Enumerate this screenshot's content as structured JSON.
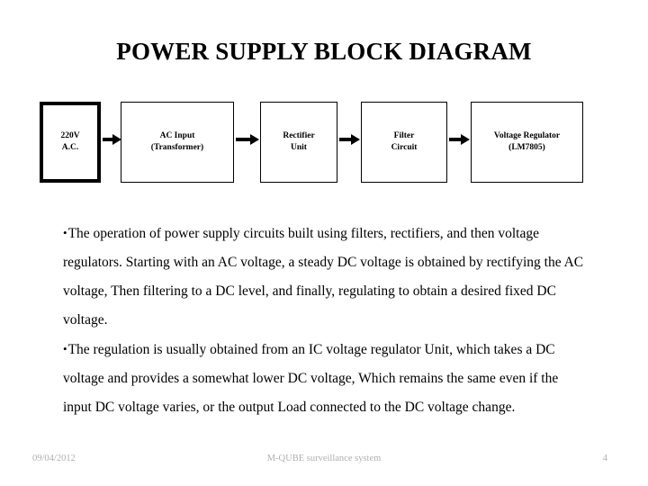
{
  "slide": {
    "title": "POWER SUPPLY BLOCK DIAGRAM"
  },
  "diagram": {
    "blocks": [
      {
        "id": "ac-source",
        "line1": "220V",
        "line2": "A.C.",
        "emphasis": "thick"
      },
      {
        "id": "ac-input",
        "line1": "AC Input",
        "line2": "(Transformer)",
        "emphasis": "thin"
      },
      {
        "id": "rectifier-unit",
        "line1": "Rectifier",
        "line2": "Unit",
        "emphasis": "thin"
      },
      {
        "id": "filter-circuit",
        "line1": "Filter",
        "line2": "Circuit",
        "emphasis": "thin"
      },
      {
        "id": "voltage-regulator",
        "line1": "Voltage Regulator",
        "line2": "(LM7805)",
        "emphasis": "thin"
      }
    ],
    "arrow_count": 4,
    "flow_direction": "left-to-right"
  },
  "content": {
    "bullet_glyph": "•",
    "paragraphs": [
      {
        "bulleted": true,
        "text": "The operation of power supply circuits built using filters, rectifiers, and then voltage regulators. Starting with an AC voltage, a steady DC voltage is obtained by rectifying the AC voltage, Then filtering to a DC level, and finally, regulating to obtain a desired fixed DC voltage."
      },
      {
        "bulleted": true,
        "text": "The regulation is usually obtained from an IC voltage regulator Unit, which takes a DC voltage and provides a somewhat lower DC voltage, Which remains the same even if the input DC voltage varies, or the output Load connected to the DC voltage change."
      }
    ]
  },
  "footer": {
    "date": "09/04/2012",
    "center": "M-QUBE surveillance system",
    "page_number": "4"
  },
  "colors": {
    "background": "#ffffff",
    "text": "#000000",
    "footer_text": "#b0b0b0",
    "block_border": "#000000",
    "arrow": "#000000"
  }
}
